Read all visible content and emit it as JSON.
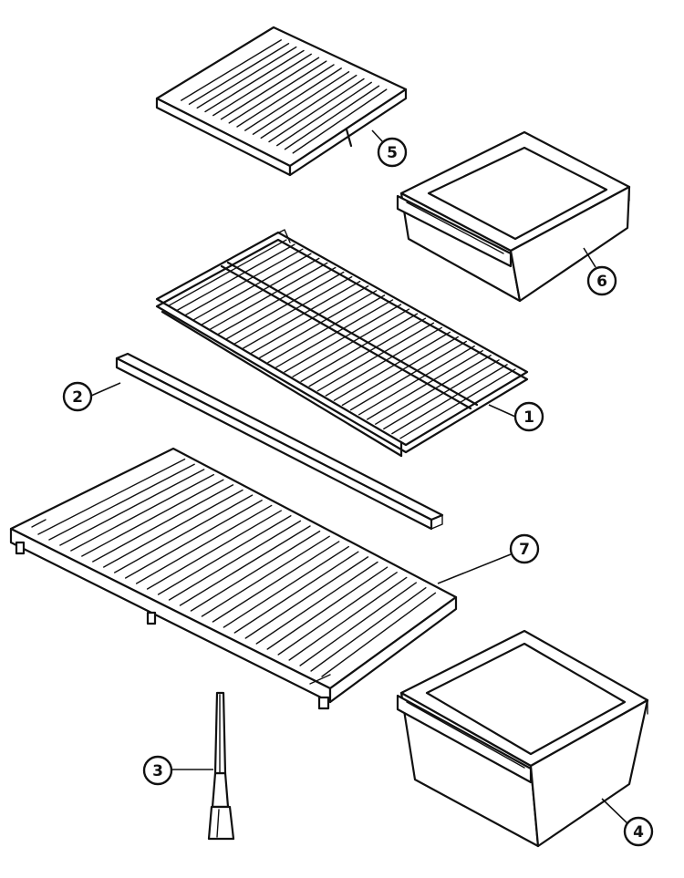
{
  "callouts": [
    {
      "id": "1",
      "label": "1",
      "part": "wire-shelf"
    },
    {
      "id": "2",
      "label": "2",
      "part": "shelf-rail"
    },
    {
      "id": "3",
      "label": "3",
      "part": "shelf-support-post"
    },
    {
      "id": "4",
      "label": "4",
      "part": "lower-crisper-drawer"
    },
    {
      "id": "5",
      "label": "5",
      "part": "upper-shelf"
    },
    {
      "id": "6",
      "label": "6",
      "part": "upper-crisper-drawer"
    },
    {
      "id": "7",
      "label": "7",
      "part": "crisper-cover-shelf"
    }
  ],
  "colors": {
    "line": "#111111",
    "background": "#ffffff"
  }
}
